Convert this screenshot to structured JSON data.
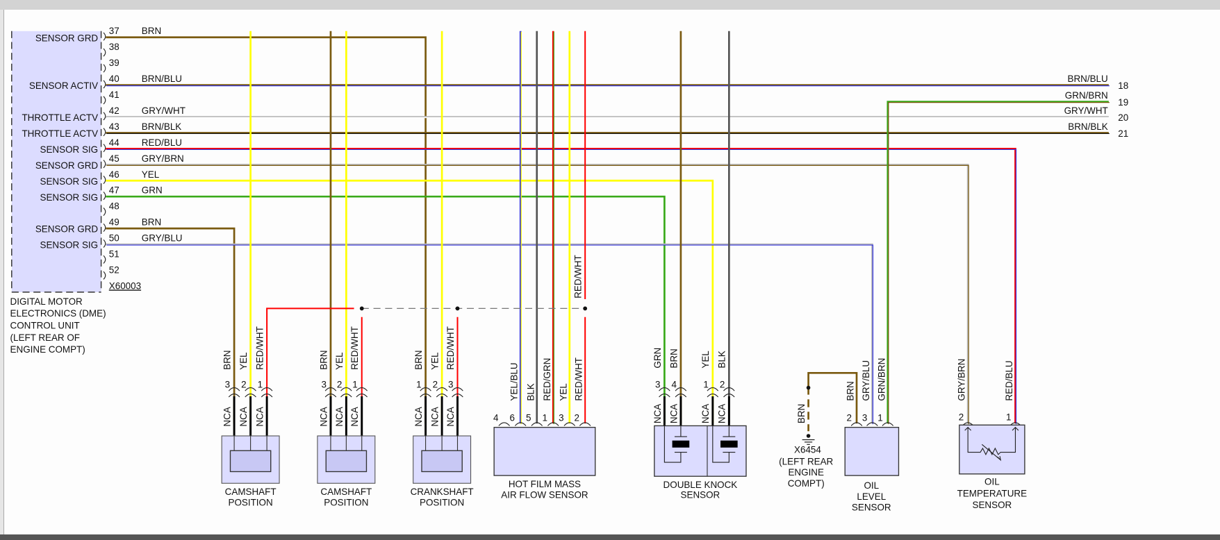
{
  "viewer": {
    "top_bar": "",
    "bottom_bar": ""
  },
  "colors": {
    "BRN": "#7a5a10",
    "YEL": "#ffff00",
    "RED": "#ff0000",
    "GRN": "#3aaa1a",
    "BLU": "#3333dd",
    "GRY": "#bbbbbb",
    "BLK": "#111111",
    "DGRY": "#555555",
    "WHT": "#ffffff",
    "component_fill": "#dcdcff",
    "component_inner": "#c8c8f4"
  },
  "dme": {
    "name_lines": [
      "DIGITAL MOTOR",
      "ELECTRONICS (DME)",
      "CONTROL UNIT",
      "(LEFT REAR OF",
      "ENGINE COMPT)"
    ],
    "connector": "X60003",
    "pins": [
      {
        "num": "37",
        "func": "SENSOR GRD",
        "wire": "BRN"
      },
      {
        "num": "38",
        "func": "",
        "wire": ""
      },
      {
        "num": "39",
        "func": "",
        "wire": ""
      },
      {
        "num": "40",
        "func": "SENSOR ACTIV",
        "wire": "BRN/BLU"
      },
      {
        "num": "41",
        "func": "",
        "wire": ""
      },
      {
        "num": "42",
        "func": "THROTTLE ACTV",
        "wire": "GRY/WHT"
      },
      {
        "num": "43",
        "func": "THROTTLE ACTV",
        "wire": "BRN/BLK"
      },
      {
        "num": "44",
        "func": "SENSOR SIG",
        "wire": "RED/BLU"
      },
      {
        "num": "45",
        "func": "SENSOR GRD",
        "wire": "GRY/BRN"
      },
      {
        "num": "46",
        "func": "SENSOR SIG",
        "wire": "YEL"
      },
      {
        "num": "47",
        "func": "SENSOR SIG",
        "wire": "GRN"
      },
      {
        "num": "48",
        "func": "",
        "wire": ""
      },
      {
        "num": "49",
        "func": "SENSOR GRD",
        "wire": "BRN"
      },
      {
        "num": "50",
        "func": "SENSOR SIG",
        "wire": "GRY/BLU"
      },
      {
        "num": "51",
        "func": "",
        "wire": ""
      },
      {
        "num": "52",
        "func": "",
        "wire": ""
      }
    ]
  },
  "offpage": [
    {
      "wire": "BRN/BLU",
      "num": "18"
    },
    {
      "wire": "GRN/BRN",
      "num": "19"
    },
    {
      "wire": "GRY/WHT",
      "num": "20"
    },
    {
      "wire": "BRN/BLK",
      "num": "21"
    }
  ],
  "splice_wire": "RED/WHT",
  "components": {
    "cam1": {
      "name": [
        "CAMSHAFT",
        "POSITION"
      ],
      "pins": [
        {
          "n": "3",
          "w": "BRN"
        },
        {
          "n": "2",
          "w": "YEL"
        },
        {
          "n": "1",
          "w": "RED/WHT"
        }
      ],
      "nca": "NCA"
    },
    "cam2": {
      "name": [
        "CAMSHAFT",
        "POSITION"
      ],
      "pins": [
        {
          "n": "3",
          "w": "BRN"
        },
        {
          "n": "2",
          "w": "YEL"
        },
        {
          "n": "1",
          "w": "RED/WHT"
        }
      ],
      "nca": "NCA"
    },
    "crank": {
      "name": [
        "CRANKSHAFT",
        "POSITION"
      ],
      "pins": [
        {
          "n": "1",
          "w": "BRN"
        },
        {
          "n": "2",
          "w": "YEL"
        },
        {
          "n": "3",
          "w": "RED/WHT"
        }
      ],
      "nca": "NCA"
    },
    "maf": {
      "name": [
        "HOT FILM MASS",
        "AIR FLOW SENSOR"
      ],
      "pins": [
        {
          "n": "4",
          "w": ""
        },
        {
          "n": "6",
          "w": "YEL/BLU"
        },
        {
          "n": "5",
          "w": "BLK"
        },
        {
          "n": "1",
          "w": "RED/GRN"
        },
        {
          "n": "3",
          "w": "YEL"
        },
        {
          "n": "2",
          "w": "RED/WHT"
        }
      ]
    },
    "knock": {
      "name": [
        "DOUBLE KNOCK",
        "SENSOR"
      ],
      "pins": [
        {
          "n": "3",
          "w": "GRN"
        },
        {
          "n": "4",
          "w": "BRN"
        },
        {
          "n": "1",
          "w": "YEL"
        },
        {
          "n": "2",
          "w": "BLK"
        }
      ],
      "nca": "NCA"
    },
    "ground": {
      "wire": "BRN",
      "id": "X6454",
      "loc": [
        "(LEFT REAR",
        "ENGINE",
        "COMPT)"
      ]
    },
    "oil_level": {
      "name": [
        "OIL",
        "LEVEL",
        "SENSOR"
      ],
      "pins": [
        {
          "n": "2",
          "w": "BRN"
        },
        {
          "n": "3",
          "w": "GRY/BLU"
        },
        {
          "n": "1",
          "w": "GRN/BRN"
        }
      ]
    },
    "oil_temp": {
      "name": [
        "OIL",
        "TEMPERATURE",
        "SENSOR"
      ],
      "pins": [
        {
          "n": "2",
          "w": "GRY/BRN"
        },
        {
          "n": "1",
          "w": "RED/BLU"
        }
      ]
    }
  }
}
